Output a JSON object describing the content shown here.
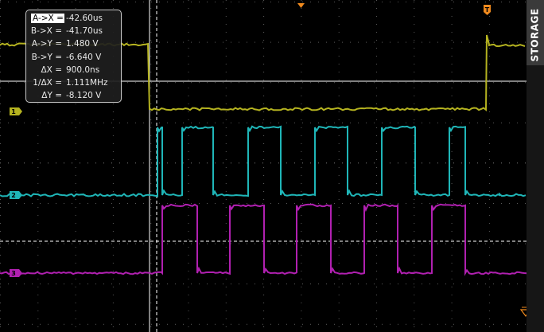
{
  "cursor_readout": {
    "ax": {
      "label": "A->X =",
      "value": "-42.60us"
    },
    "bx": {
      "label": "B->X =",
      "value": "-41.70us"
    },
    "ay": {
      "label": "A->Y =",
      "value": "1.480 V"
    },
    "by": {
      "label": "B->Y =",
      "value": "-6.640 V"
    },
    "dx": {
      "label": "ΔX =",
      "value": "900.0ns"
    },
    "inv_dx": {
      "label": "1/ΔX =",
      "value": "1.111MHz"
    },
    "dy": {
      "label": "ΔY =",
      "value": "-8.120 V"
    }
  },
  "side_tab": {
    "label": "STORAGE"
  },
  "channels": [
    {
      "id": "1",
      "color": "#b5b320"
    },
    {
      "id": "2",
      "color": "#1fb6b8"
    },
    {
      "id": "3",
      "color": "#b020b0"
    }
  ],
  "trigger_marker": {
    "label": "T",
    "color": "#f08a1e"
  },
  "colors": {
    "grid": "#5a5a5a",
    "cursor": "#ffffff",
    "trigger": "#f08a1e",
    "background": "#000000"
  }
}
